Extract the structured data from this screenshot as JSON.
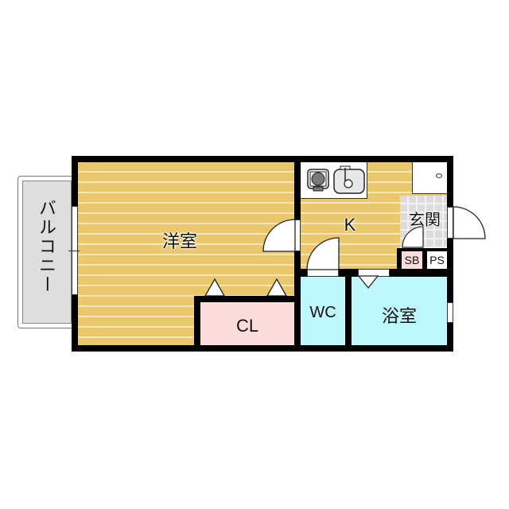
{
  "floor_plan": {
    "rooms": {
      "western_room": {
        "label": "洋室",
        "floor": "wood"
      },
      "kitchen": {
        "label": "K",
        "floor": "wood"
      },
      "entrance": {
        "label": "玄関",
        "floor": "tile"
      },
      "closet": {
        "label": "CL"
      },
      "toilet": {
        "label": "WC"
      },
      "bathroom": {
        "label": "浴室"
      },
      "shoe_box": {
        "label": "SB"
      },
      "pipe_space": {
        "label": "PS"
      },
      "balcony": {
        "label": "バルコニー"
      }
    },
    "colors": {
      "wood_floor": "#e9c86e",
      "wood_stripe": "#f7e6b8",
      "closet": "#fddcdc",
      "wet_area": "#bff8fb",
      "tile": "#dcdcdc",
      "balcony": "#dedede",
      "wall": "#000000"
    }
  }
}
